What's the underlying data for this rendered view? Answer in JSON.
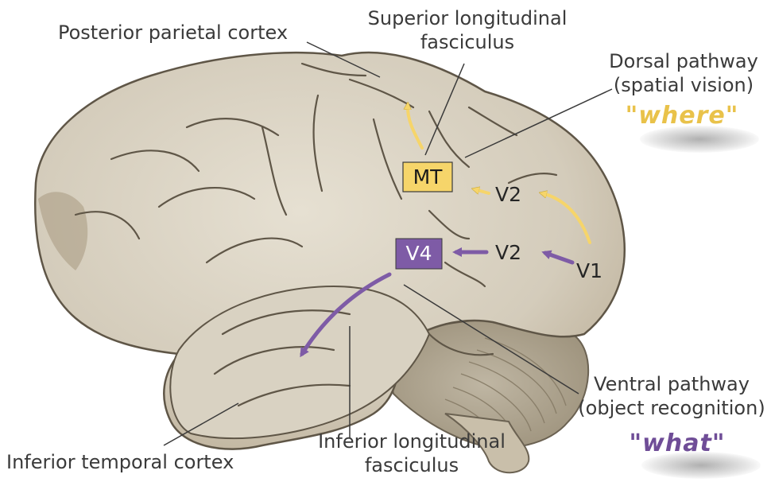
{
  "labels": {
    "posterior_parietal": "Posterior parietal cortex",
    "superior_longitudinal": [
      "Superior longitudinal",
      "fasciculus"
    ],
    "dorsal": [
      "Dorsal pathway",
      "(spatial vision)"
    ],
    "dorsal_nickname": "\"where\"",
    "ventral": [
      "Ventral pathway",
      "(object recognition)"
    ],
    "ventral_nickname": "\"what\"",
    "inferior_longitudinal": [
      "Inferior longitudinal",
      "fasciculus"
    ],
    "inferior_temporal": "Inferior temporal cortex"
  },
  "areas": {
    "mt": "MT",
    "v4": "V4",
    "v2_upper": "V2",
    "v2_lower": "V2",
    "v1": "V1"
  },
  "colors": {
    "dorsal": "#f6d56a",
    "dorsal_text": "#e9c24a",
    "ventral": "#7e5ba6",
    "ventral_text": "#6f4d97",
    "brain": "#d8d1c1",
    "brain_shade": "#b9ae98",
    "leader": "#3a3a3a"
  }
}
